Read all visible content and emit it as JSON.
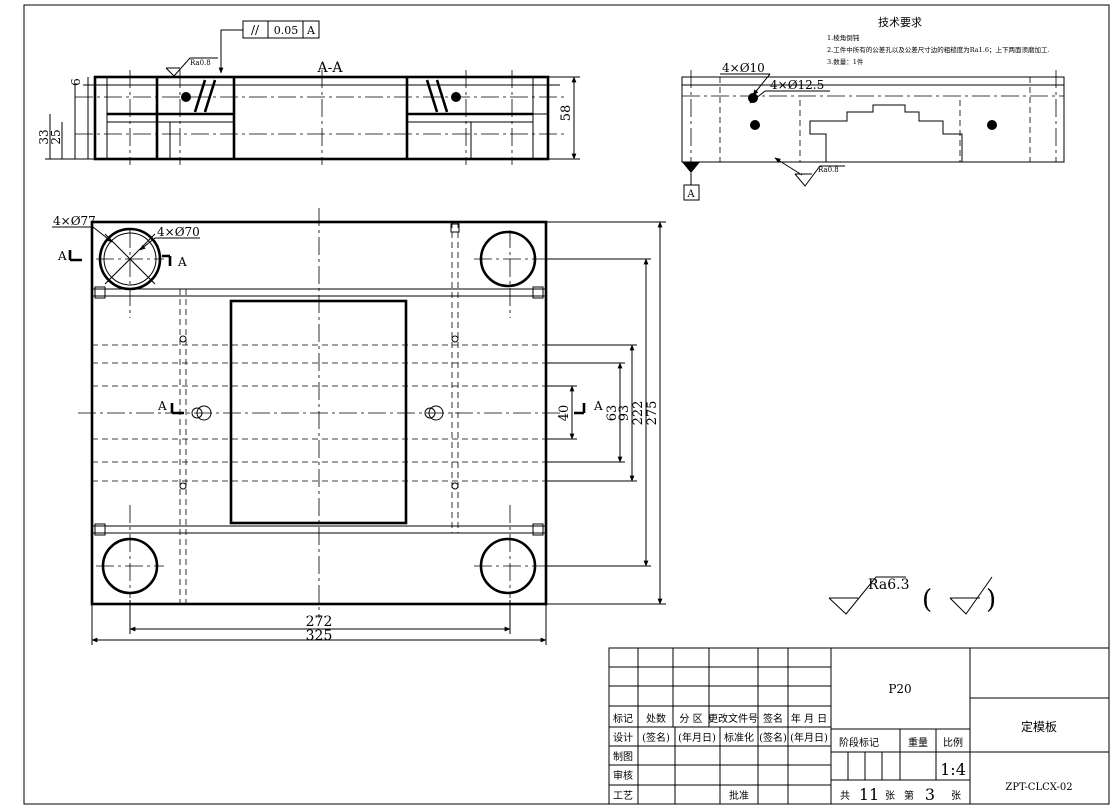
{
  "section_label": "A-A",
  "tolerance_frame": {
    "symbol": "//",
    "value": "0.05",
    "datum": "A"
  },
  "roughness_small": "Ra0.8",
  "left_view_dims": {
    "top_step": "6",
    "height_33": "33",
    "height_25": "25",
    "total_58": "58"
  },
  "right_view_labels": {
    "hole_small": "4×Ø10",
    "hole_mid": "4×Ø12.5",
    "datum": "A",
    "roughness": "Ra0.8"
  },
  "tech_requirements": {
    "title": "技术要求",
    "items": [
      "1.棱角倒钝",
      "2.工件中所有的公差孔以及公差尺寸边的粗糙度为Ra1.6；上下两面须磨加工.",
      "3.数量：1件"
    ]
  },
  "plan_view": {
    "hole_large": "4×Ø77",
    "hole_small": "4×Ø70",
    "section_marks": [
      "A",
      "A",
      "A",
      "A"
    ],
    "dims": {
      "w272": "272",
      "w325": "325",
      "h40": "40",
      "h63": "63",
      "h93": "93",
      "h222": "222",
      "h275": "275"
    }
  },
  "roughness_main": {
    "value": "Ra6.3",
    "paren_open": "(",
    "paren_close": ")"
  },
  "title_block": {
    "rows": [
      [
        "标记",
        "处数",
        "分 区",
        "更改文件号",
        "签名",
        "年 月 日"
      ],
      [
        "设计",
        "(签名)",
        "(年月日)",
        "标准化",
        "(签名)",
        "(年月日)"
      ],
      [
        "制图",
        "",
        "",
        "",
        "",
        ""
      ],
      [
        "审核",
        "",
        "",
        "",
        "",
        ""
      ],
      [
        "工艺",
        "",
        "",
        "批准",
        "",
        ""
      ]
    ],
    "material": "P20",
    "stage_label": "阶段标记",
    "weight_label": "重量",
    "scale_label": "比例",
    "scale_value": "1:4",
    "part_name": "定模板",
    "drawing_no": "ZPT-CLCX-02",
    "sheet_total_prefix": "共",
    "sheet_total": "11",
    "sheet_total_suffix": "张",
    "sheet_no_prefix": "第",
    "sheet_no": "3",
    "sheet_no_suffix": "张"
  }
}
